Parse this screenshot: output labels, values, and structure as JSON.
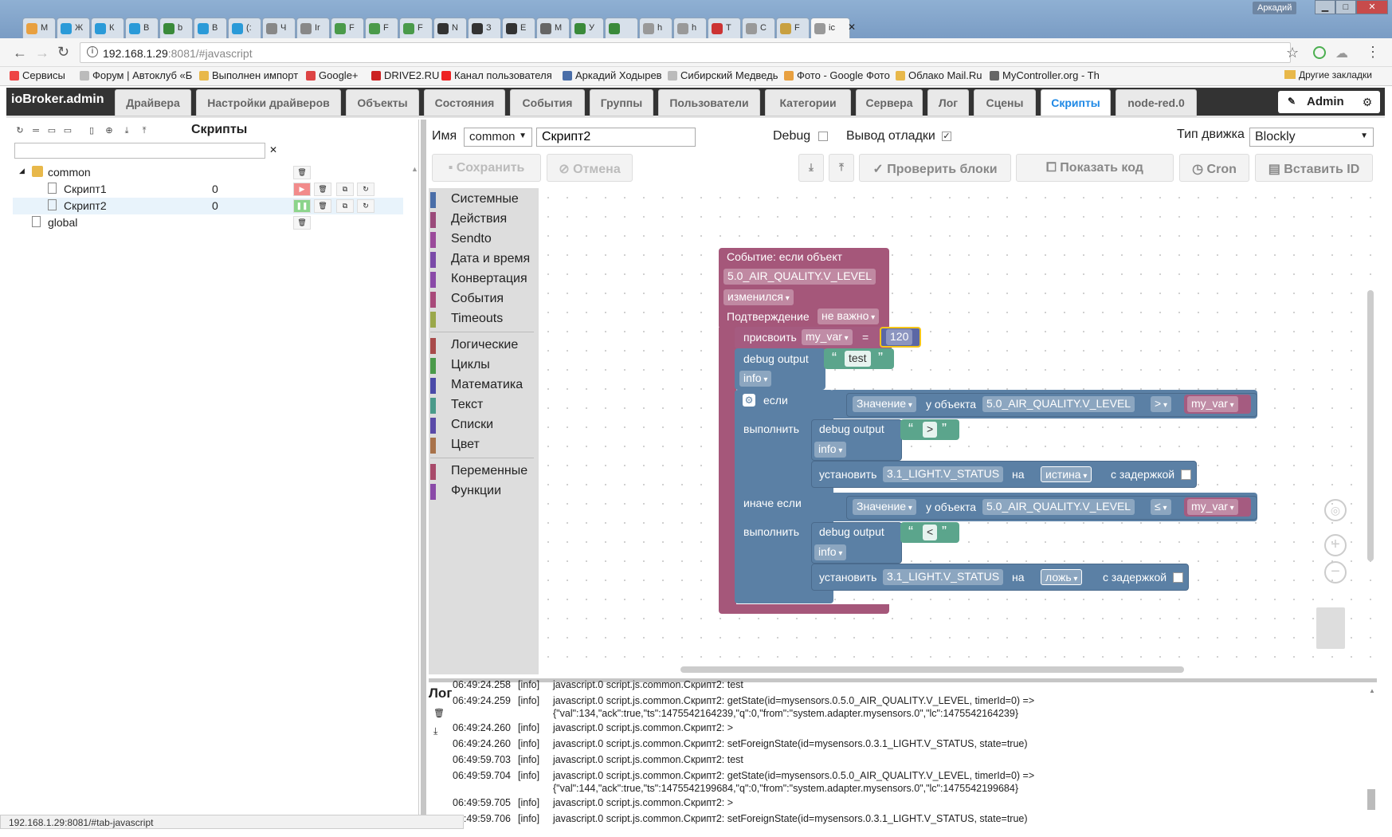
{
  "browser": {
    "tabs": [
      "М",
      "Ж",
      "К",
      "В",
      "b",
      "В",
      "(:",
      "Ч",
      "Ir",
      "F",
      "F",
      "F",
      "N",
      "З",
      "Е",
      "М",
      "У",
      "",
      "h",
      "h",
      "Т",
      "С",
      "F",
      "ic"
    ],
    "active_tab_label": "ic",
    "user": "Аркадий",
    "url_host": "192.168.1.29",
    "url_rest": ":8081/#javascript",
    "bookmarks": [
      "Сервисы",
      "Форум | Автоклуб «Б",
      "Выполнен импорт",
      "Google+",
      "DRIVE2.RU",
      "Канал пользователя",
      "Аркадий Ходырев",
      "Сибирский Медведь",
      "Фото - Google Фото",
      "Облако Mail.Ru",
      "MyController.org - Th"
    ],
    "other_bookmarks": "Другие закладки",
    "status_url": "192.168.1.29:8081/#tab-javascript"
  },
  "header": {
    "logo": "ioBroker.admin",
    "tabs": [
      "Драйвера",
      "Настройки драйверов",
      "Объекты",
      "Состояния",
      "События",
      "Группы",
      "Пользователи",
      "Категории",
      "Сервера",
      "Лог",
      "Сцены",
      "Скрипты",
      "node-red.0"
    ],
    "active_tab": "Скрипты",
    "user": "Admin"
  },
  "left": {
    "title": "Скрипты",
    "filter_value": "",
    "tree": [
      {
        "name": "common",
        "value": ""
      },
      {
        "name": "Скрипт1",
        "value": "0"
      },
      {
        "name": "Скрипт2",
        "value": "0"
      },
      {
        "name": "global",
        "value": ""
      }
    ]
  },
  "editor": {
    "name_label": "Имя",
    "group_value": "common",
    "script_name": "Скрипт2",
    "debug_label": "Debug",
    "debug_checked": false,
    "verbose_label": "Вывод отладки",
    "verbose_checked": true,
    "engine_label": "Тип движка",
    "engine_value": "Blockly",
    "buttons": {
      "save": "Сохранить",
      "cancel": "Отмена",
      "check": "Проверить блоки",
      "show_code": "Показать код",
      "cron": "Cron",
      "insert_id": "Вставить ID"
    }
  },
  "toolbox": {
    "categories": [
      {
        "label": "Системные",
        "color": "#4a6ea8"
      },
      {
        "label": "Действия",
        "color": "#9a4a7a"
      },
      {
        "label": "Sendto",
        "color": "#9a4a9a"
      },
      {
        "label": "Дата и время",
        "color": "#7a4aa8"
      },
      {
        "label": "Конвертация",
        "color": "#8a4aa8"
      },
      {
        "label": "События",
        "color": "#a84a7a"
      },
      {
        "label": "Timeouts",
        "color": "#9aa84a"
      },
      {
        "label": "Логические",
        "color": "#a84a4a"
      },
      {
        "label": "Циклы",
        "color": "#4a9a4a"
      },
      {
        "label": "Математика",
        "color": "#4a4aa8"
      },
      {
        "label": "Текст",
        "color": "#4a9a8a"
      },
      {
        "label": "Списки",
        "color": "#5a4aa8"
      },
      {
        "label": "Цвет",
        "color": "#a8724a"
      },
      {
        "label": "Переменные",
        "color": "#a84a6a"
      },
      {
        "label": "Функции",
        "color": "#8a4aa8"
      }
    ]
  },
  "blocks": {
    "event_title": "Событие: если объект",
    "event_object": "5.0_AIR_QUALITY.V_LEVEL",
    "event_change": "изменился",
    "ack_label": "Подтверждение",
    "ack_value": "не важно",
    "assign_label": "присвоить",
    "var_name": "my_var",
    "equals": "=",
    "assign_value": "120",
    "debug_label": "debug output",
    "debug_text1": "test",
    "level": "info",
    "if_label": "если",
    "do_label": "выполнить",
    "elseif_label": "иначе если",
    "value_label": "Значение",
    "of_object": "у объекта",
    "object_id": "5.0_AIR_QUALITY.V_LEVEL",
    "op_gt": ">",
    "op_le": "≤",
    "gt_text": ">",
    "lt_text": "<",
    "set_label": "установить",
    "set_object": "3.1_LIGHT.V_STATUS",
    "on_label": "на",
    "true_value": "истина",
    "false_value": "ложь",
    "delay_label": "с задержкой",
    "open_quote": "“",
    "close_quote": "”"
  },
  "colors": {
    "event": "#a5577a",
    "statement": "#5b80a5",
    "variable": "#a55b80",
    "number": "#5b67a5",
    "text": "#5ba58c",
    "accent": "#1e88e5"
  },
  "log": {
    "title": "Лог",
    "lines": [
      {
        "time": "06:49:24.258",
        "sev": "[info]",
        "msg": "javascript.0 script.js.common.Скрипт2: test"
      },
      {
        "time": "06:49:24.259",
        "sev": "[info]",
        "msg": "javascript.0 script.js.common.Скрипт2: getState(id=mysensors.0.5.0_AIR_QUALITY.V_LEVEL, timerId=0) =>"
      },
      {
        "time": "",
        "sev": "",
        "msg": "{\"val\":134,\"ack\":true,\"ts\":1475542164239,\"q\":0,\"from\":\"system.adapter.mysensors.0\",\"lc\":1475542164239}"
      },
      {
        "time": "06:49:24.260",
        "sev": "[info]",
        "msg": "javascript.0 script.js.common.Скрипт2: >"
      },
      {
        "time": "06:49:24.260",
        "sev": "[info]",
        "msg": "javascript.0 script.js.common.Скрипт2: setForeignState(id=mysensors.0.3.1_LIGHT.V_STATUS, state=true)"
      },
      {
        "time": "06:49:59.703",
        "sev": "[info]",
        "msg": "javascript.0 script.js.common.Скрипт2: test"
      },
      {
        "time": "06:49:59.704",
        "sev": "[info]",
        "msg": "javascript.0 script.js.common.Скрипт2: getState(id=mysensors.0.5.0_AIR_QUALITY.V_LEVEL, timerId=0) =>"
      },
      {
        "time": "",
        "sev": "",
        "msg": "{\"val\":144,\"ack\":true,\"ts\":1475542199684,\"q\":0,\"from\":\"system.adapter.mysensors.0\",\"lc\":1475542199684}"
      },
      {
        "time": "06:49:59.705",
        "sev": "[info]",
        "msg": "javascript.0 script.js.common.Скрипт2: >"
      },
      {
        "time": "06:49:59.706",
        "sev": "[info]",
        "msg": "javascript.0 script.js.common.Скрипт2: setForeignState(id=mysensors.0.3.1_LIGHT.V_STATUS, state=true)"
      }
    ]
  }
}
